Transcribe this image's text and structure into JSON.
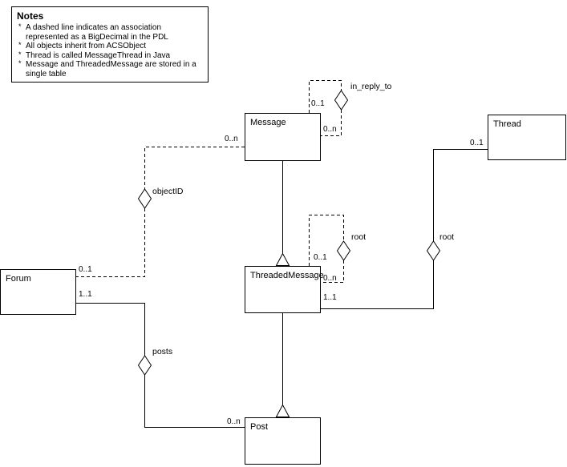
{
  "notes": {
    "title": "Notes",
    "bullet": "*",
    "items": [
      "A dashed line indicates an association represented as a BigDecimal in the PDL",
      "All objects inherit from ACSObject",
      "Thread is called MessageThread in Java",
      "Message and ThreadedMessage are stored in a single table"
    ]
  },
  "entities": {
    "message": {
      "label": "Message"
    },
    "thread": {
      "label": "Thread"
    },
    "threaded_message": {
      "label": "ThreadedMessage"
    },
    "forum": {
      "label": "Forum"
    },
    "post": {
      "label": "Post"
    }
  },
  "labels": {
    "in_reply_to": "in_reply_to",
    "object_id": "objectID",
    "root_self": "root",
    "root_thread": "root",
    "posts": "posts"
  },
  "multiplicities": {
    "in_reply_to_target": "0..1",
    "in_reply_to_source": "0..n",
    "object_id_message": "0..n",
    "object_id_forum": "0..1",
    "root_self_target": "0..1",
    "root_self_source": "0..n",
    "root_thread_end": "0..1",
    "root_threaded_message_end": "1..1",
    "posts_forum": "1..1",
    "posts_post": "0..n"
  }
}
